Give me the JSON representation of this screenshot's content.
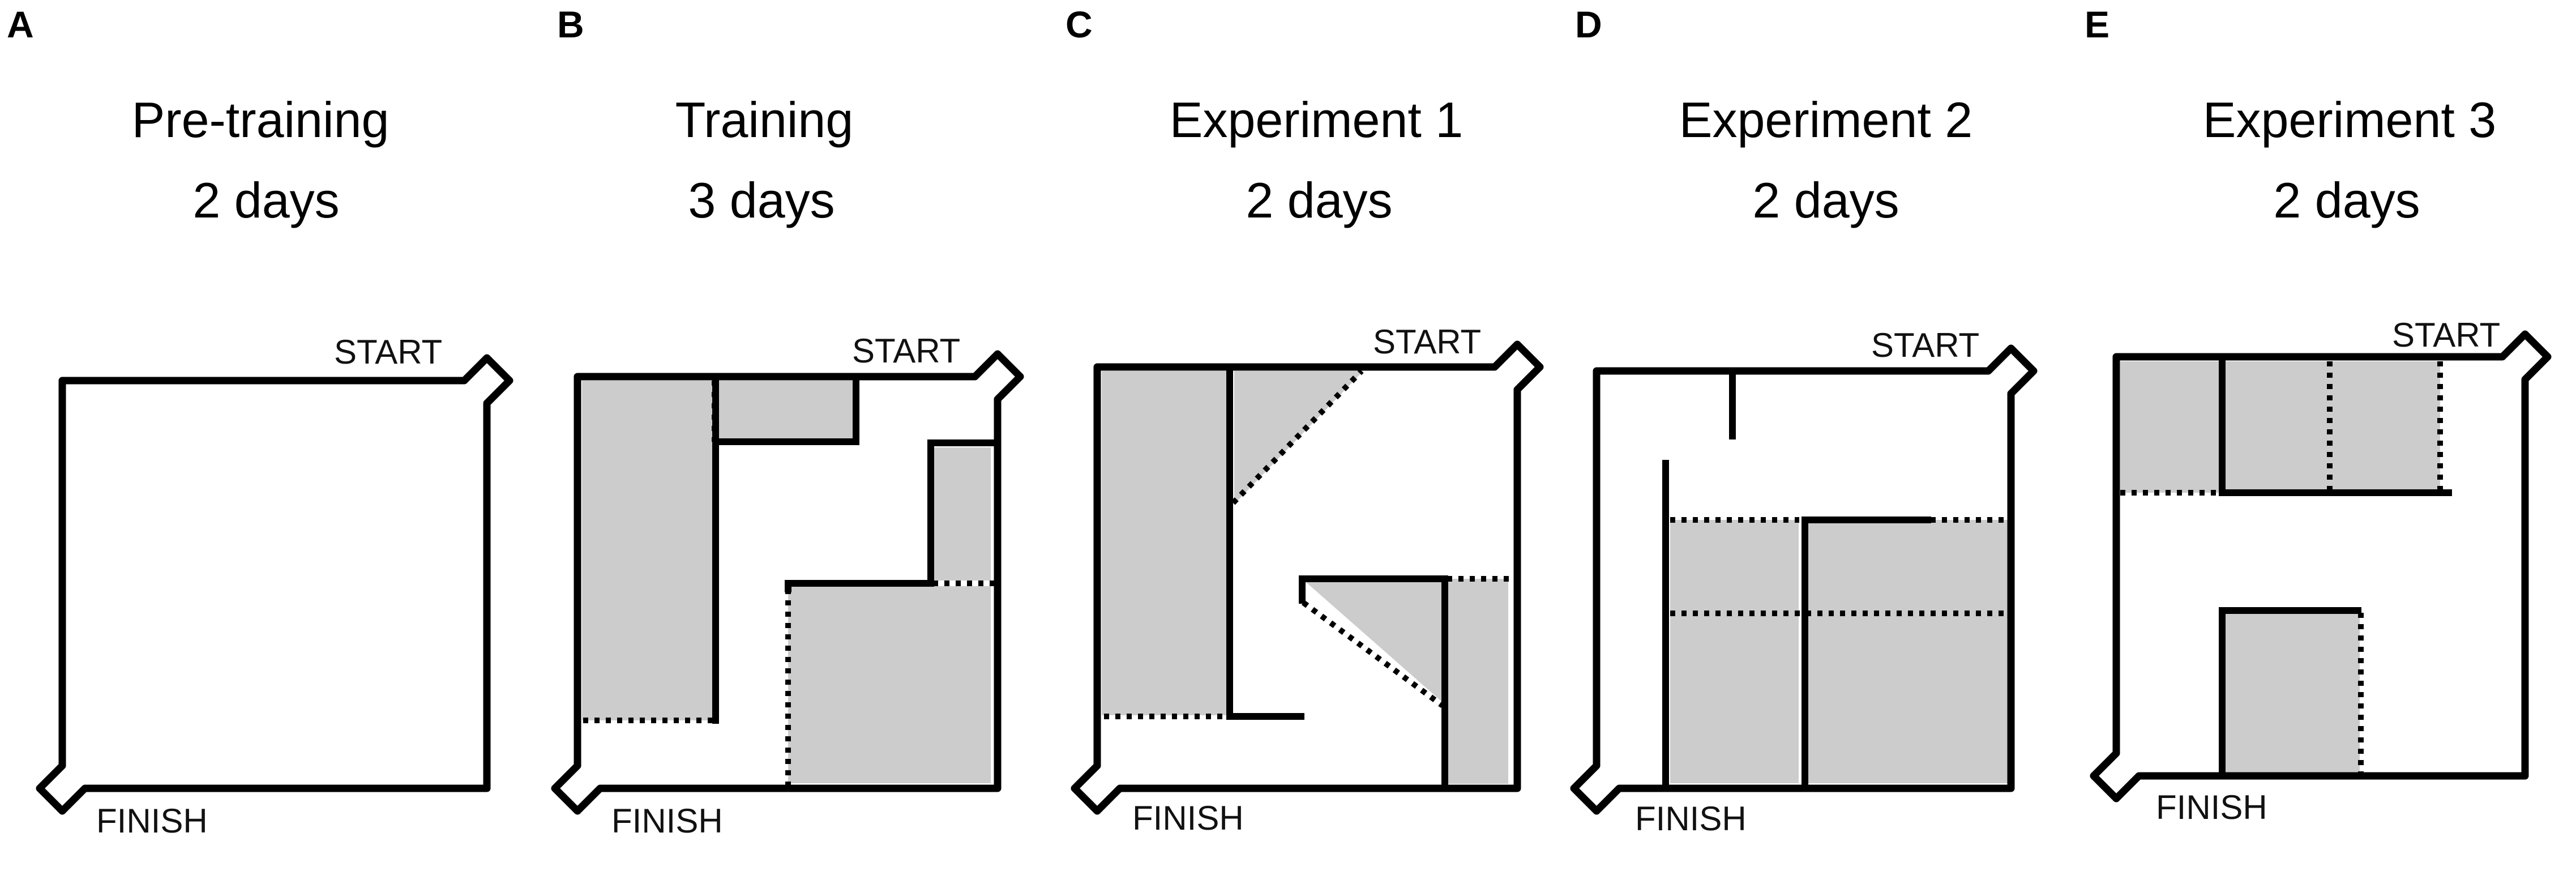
{
  "panels": [
    {
      "letter": "A",
      "title": "Pre-training",
      "subtitle": "2 days",
      "start_label": "START",
      "finish_label": "FINISH"
    },
    {
      "letter": "B",
      "title": "Training",
      "subtitle": "3 days",
      "start_label": "START",
      "finish_label": "FINISH"
    },
    {
      "letter": "C",
      "title": "Experiment 1",
      "subtitle": "2 days",
      "start_label": "START",
      "finish_label": "FINISH"
    },
    {
      "letter": "D",
      "title": "Experiment 2",
      "subtitle": "2 days",
      "start_label": "START",
      "finish_label": "FINISH"
    },
    {
      "letter": "E",
      "title": "Experiment 3",
      "subtitle": "2 days",
      "start_label": "START",
      "finish_label": "FINISH"
    }
  ],
  "colors": {
    "walls": "#000000",
    "zones": "#cccccc",
    "background": "#ffffff"
  }
}
